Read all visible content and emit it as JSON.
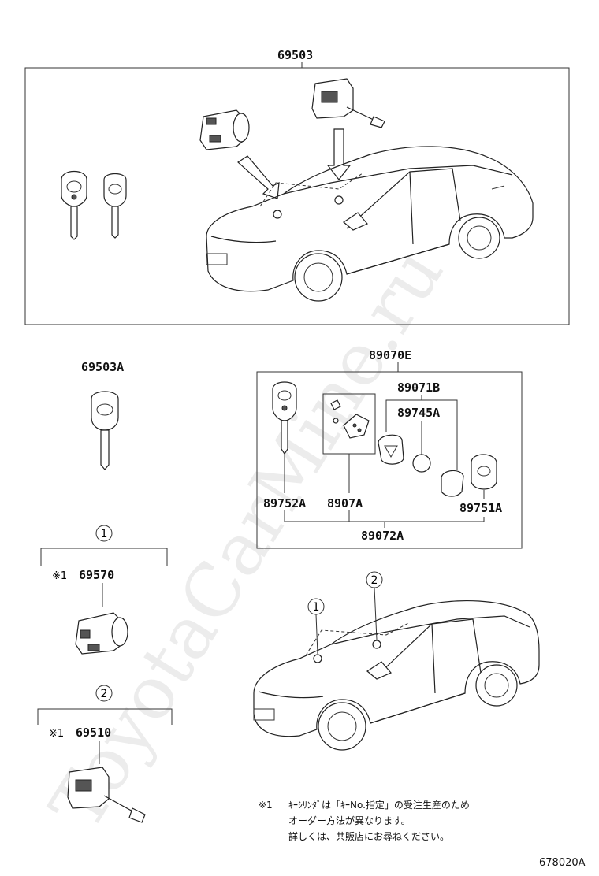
{
  "watermark": "ToyotaCarMine.ru",
  "parts": {
    "p69503": "69503",
    "p69503A": "69503A",
    "p89070E": "89070E",
    "p89071B": "89071B",
    "p89745A": "89745A",
    "p89752A": "89752A",
    "p8907A": "8907A",
    "p89751A": "89751A",
    "p89072A": "89072A",
    "p69570": "69570",
    "p69510": "69510"
  },
  "callouts": {
    "one": "1",
    "two": "2",
    "mark1": "※1"
  },
  "note": {
    "mark": "※1",
    "line1": "ｷｰｼﾘﾝﾀﾞは「ｷｰNo.指定」の受注生産のため",
    "line2": "オーダー方法が異なります。",
    "line3": "詳しくは、共販店にお尋ねください。"
  },
  "diagram_code": "678020A"
}
